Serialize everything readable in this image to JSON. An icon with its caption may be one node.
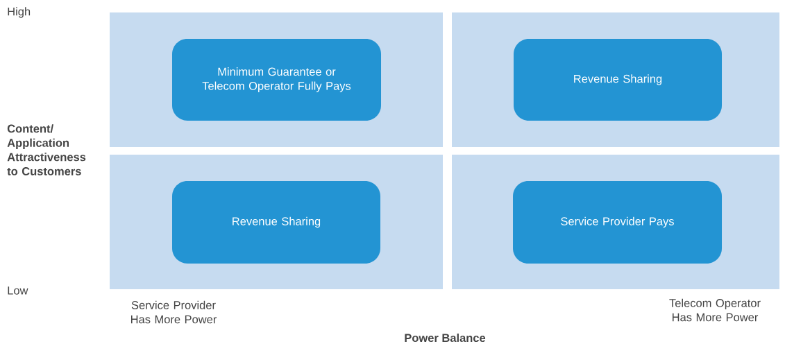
{
  "diagram": {
    "nodes": [
      {
        "text": [],
        "shape": "box"
      },
      {
        "text": [
          "Minimum Guarantee or Telecom Operator Fully Pays"
        ],
        "in": 0
      },
      {
        "text": [],
        "shape": "box"
      },
      {
        "text": [
          "Revenue Sharing"
        ],
        "in": 2
      },
      {
        "text": [],
        "shape": "box"
      },
      {
        "text": [
          "Revenue Sharing"
        ],
        "in": 4
      },
      {
        "text": [],
        "shape": "box"
      },
      {
        "text": [
          "Service Provider Pays"
        ],
        "in": 6
      }
    ],
    "labels": [
      "High",
      "Content/ Application Attractiveness to Customers",
      "Low",
      "Service Provider Has More Power",
      "Telecom Operator Has More Power",
      "Power Balance"
    ]
  }
}
